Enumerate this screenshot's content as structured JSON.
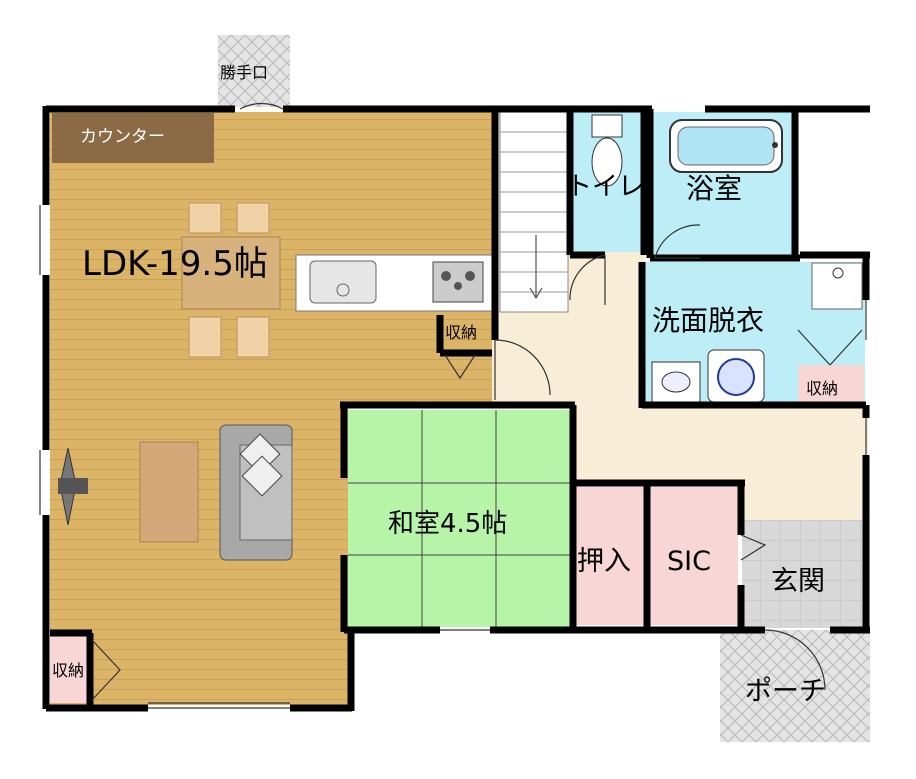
{
  "rooms": {
    "ldk": "LDK-19.5帖",
    "counter": "カウンター",
    "back_door": "勝手口",
    "toilet": "トイレ",
    "bath": "浴室",
    "washroom": "洗面脱衣",
    "storage_kitchen": "収納",
    "storage_wash": "収納",
    "storage_ldk": "収納",
    "washitsu": "和室4.5帖",
    "oshiire": "押入",
    "sic": "SIC",
    "genkan": "玄関",
    "porch": "ポーチ"
  },
  "colors": {
    "floor_wood": "#dcb468",
    "wood_stripe": "#c9a255",
    "counter": "#8b6b45",
    "hall": "#f8eed8",
    "wet_area": "#bdeef8",
    "tatami": "#b6f4a8",
    "storage": "#f8d6d6",
    "tile": "#d8d8d8",
    "wall": "#000000"
  }
}
